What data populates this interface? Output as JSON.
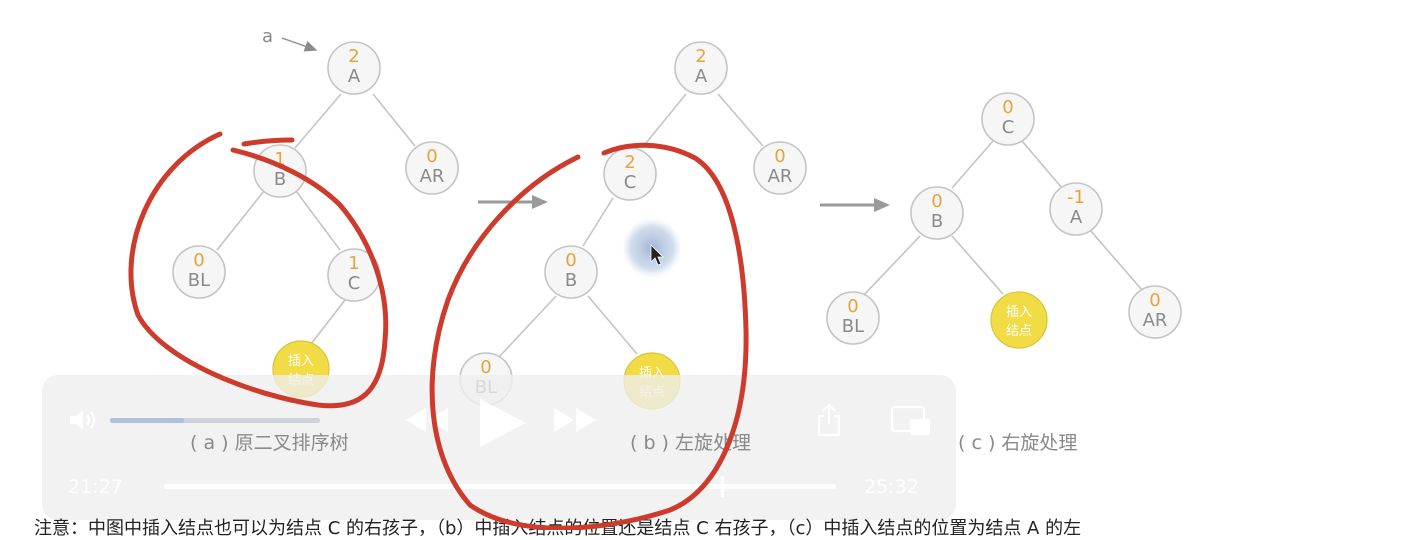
{
  "annotation_label": "a",
  "nodes": {
    "a_A": {
      "bf": "2",
      "name": "A"
    },
    "a_B": {
      "bf": "1",
      "name": "B"
    },
    "a_AR": {
      "bf": "0",
      "name": "AR"
    },
    "a_BL": {
      "bf": "0",
      "name": "BL"
    },
    "a_C": {
      "bf": "1",
      "name": "C"
    },
    "a_INS": {
      "line1": "插入",
      "line2": "结点"
    },
    "b_A": {
      "bf": "2",
      "name": "A"
    },
    "b_C": {
      "bf": "2",
      "name": "C"
    },
    "b_AR": {
      "bf": "0",
      "name": "AR"
    },
    "b_B": {
      "bf": "0",
      "name": "B"
    },
    "b_BL": {
      "bf": "0",
      "name": "BL"
    },
    "b_INS": {
      "line1": "插入",
      "line2": "结点"
    },
    "c_C": {
      "bf": "0",
      "name": "C"
    },
    "c_B": {
      "bf": "0",
      "name": "B"
    },
    "c_A": {
      "bf": "-1",
      "name": "A"
    },
    "c_BL": {
      "bf": "0",
      "name": "BL"
    },
    "c_INS": {
      "line1": "插入",
      "line2": "结点"
    },
    "c_AR": {
      "bf": "0",
      "name": "AR"
    }
  },
  "captions": {
    "a": "( a ) 原二叉排序树",
    "b": "( b ) 左旋处理",
    "c": "( c ) 右旋处理"
  },
  "bottom_text": "注意：中图中插入结点也可以为结点 C 的右孩子，（b）中插入结点的位置还是结点 C 右孩子，（c）中插入结点的位置为结点 A 的左",
  "player": {
    "elapsed": "21:27",
    "remaining": "25:32",
    "volume_fraction": 0.35,
    "progress_fraction": 0.83
  },
  "colors": {
    "node_stroke": "#c4c4c4",
    "node_fill": "#f6f6f6",
    "bf_color": "#e8a23a",
    "name_color": "#8a8a8a",
    "insert_fill": "#f2dc45",
    "ink_red": "#cc3b2b",
    "cursor_halo": "#9fb7d8"
  }
}
